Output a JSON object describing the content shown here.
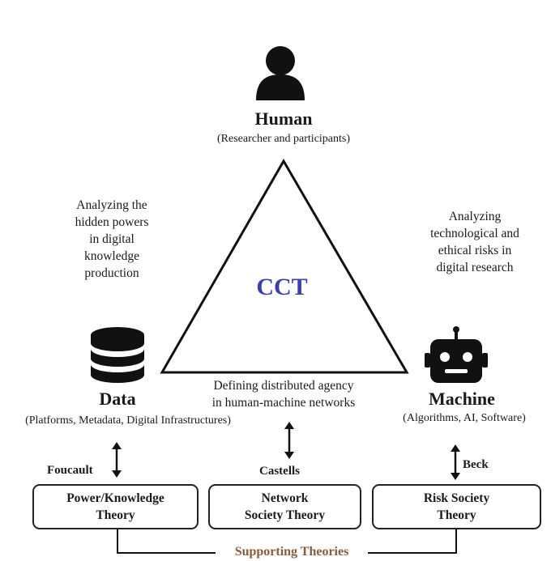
{
  "center": {
    "label": "CCT"
  },
  "human": {
    "title": "Human",
    "subtitle": "(Researcher and participants)",
    "icon": "person-icon"
  },
  "data": {
    "title": "Data",
    "subtitle": "(Platforms, Metadata, Digital Infrastructures)",
    "icon": "database-icon"
  },
  "machine": {
    "title": "Machine",
    "subtitle": "(Algorithms, AI, Software)",
    "icon": "robot-icon"
  },
  "notes": {
    "left": [
      "Analyzing the",
      "hidden powers",
      "in digital",
      "knowledge",
      "production"
    ],
    "right": [
      "Analyzing",
      "technological and",
      "ethical risks in",
      "digital research"
    ],
    "bottom": [
      "Defining distributed agency",
      "in human-machine networks"
    ]
  },
  "theorists": {
    "left": "Foucault",
    "middle": "Castells",
    "right": "Beck"
  },
  "theories": {
    "left": [
      "Power/Knowledge",
      "Theory"
    ],
    "middle": [
      "Network",
      "Society Theory"
    ],
    "right": [
      "Risk Society",
      "Theory"
    ]
  },
  "supporting_label": "Supporting Theories",
  "colors": {
    "cct": "#3a3fb0",
    "supporting": "#8a5a3c",
    "ink": "#1a1a1a"
  }
}
